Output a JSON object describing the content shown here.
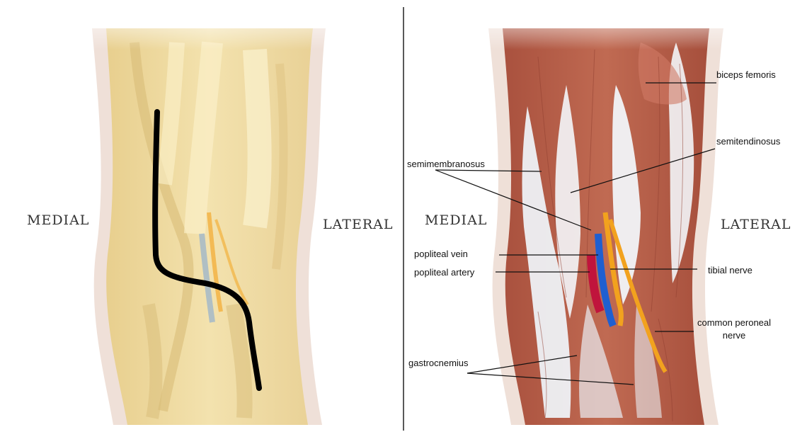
{
  "left_panel": {
    "medial_label": "MEDIAL",
    "lateral_label": "LATERAL"
  },
  "right_panel": {
    "medial_label": "MEDIAL",
    "lateral_label": "LATERAL",
    "labels": {
      "biceps_femoris": "biceps femoris",
      "semitendinosus": "semitendinosus",
      "semimembranosus": "semimembranosus",
      "popliteal_vein": "popliteal vein",
      "popliteal_artery": "popliteal artery",
      "tibial_nerve": "tibial nerve",
      "common_peroneal_nerve_line1": "common peroneal",
      "common_peroneal_nerve_line2": "nerve",
      "gastrocnemius": "gastrocnemius"
    }
  },
  "colors": {
    "muscle_pale": "#ecd9a0",
    "muscle_red": "#b25a45",
    "tendon_white": "#eef1f5",
    "vein_blue": "#1f5fd0",
    "artery_red": "#c0143c",
    "nerve_yellow": "#f2a21e",
    "skin_edge": "#e6cfc3",
    "incision_line": "#000000"
  }
}
